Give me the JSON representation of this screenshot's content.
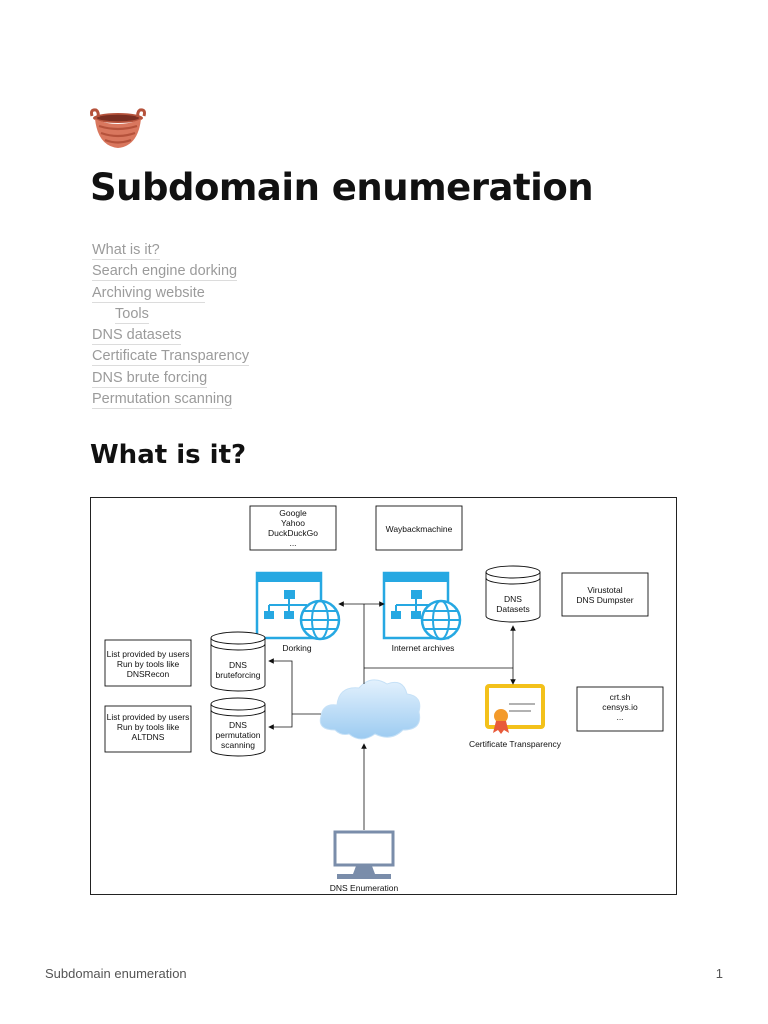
{
  "page": {
    "title": "Subdomain enumeration",
    "icon": "basket-icon"
  },
  "toc": [
    {
      "label": "What is it?",
      "level": 1
    },
    {
      "label": "Search engine dorking",
      "level": 1
    },
    {
      "label": "Archiving website",
      "level": 1
    },
    {
      "label": "Tools",
      "level": 2
    },
    {
      "label": "DNS datasets",
      "level": 1
    },
    {
      "label": "Certificate Transparency",
      "level": 1
    },
    {
      "label": "DNS brute forcing",
      "level": 1
    },
    {
      "label": "Permutation scanning",
      "level": 1
    }
  ],
  "section": {
    "heading": "What is it?"
  },
  "diagram": {
    "search_engines": [
      "Google",
      "Yahoo",
      "DuckDuckGo",
      "..."
    ],
    "wayback": "Waybackmachine",
    "dns_datasets": [
      "DNS",
      "Datasets"
    ],
    "virustotal": [
      "Virustotal",
      "DNS Dumpster"
    ],
    "dorking": "Dorking",
    "internet_archives": "Internet archives",
    "users_list_1": [
      "List provided by users",
      "Run by tools like",
      "DNSRecon"
    ],
    "users_list_2": [
      "List provided by users",
      "Run by tools like",
      "ALTDNS"
    ],
    "dns_brute": [
      "DNS",
      "bruteforcing"
    ],
    "dns_perm": [
      "DNS",
      "permutation",
      "scanning"
    ],
    "crt_list": [
      "crt.sh",
      "censys.io",
      "..."
    ],
    "cert_transparency": "Certificate Transparency",
    "dns_enum": "DNS Enumeration"
  },
  "footer": {
    "title": "Subdomain enumeration",
    "page_number": "1"
  }
}
